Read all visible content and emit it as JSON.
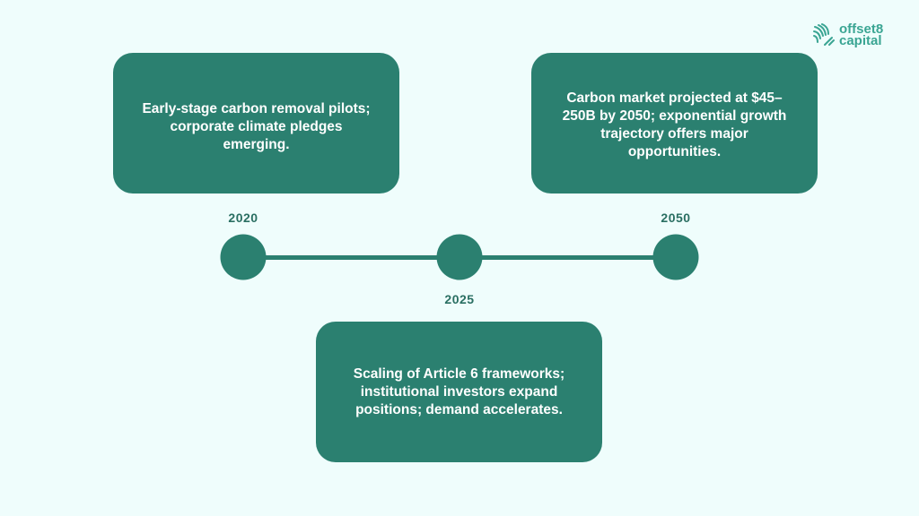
{
  "logo": {
    "line1": "offset8",
    "line2": "capital"
  },
  "timeline": [
    {
      "year": "2020",
      "text": "Early-stage carbon removal pilots; corporate climate pledges emerging."
    },
    {
      "year": "2025",
      "text": "Scaling of Article 6 frameworks; institutional investors expand positions; demand accelerates."
    },
    {
      "year": "2050",
      "text": "Carbon market projected at $45–250B by 2050; exponential growth trajectory offers major opportunities."
    }
  ],
  "colors": {
    "background": "#effdfc",
    "accent": "#2b8070",
    "year_text": "#2a6f62"
  }
}
